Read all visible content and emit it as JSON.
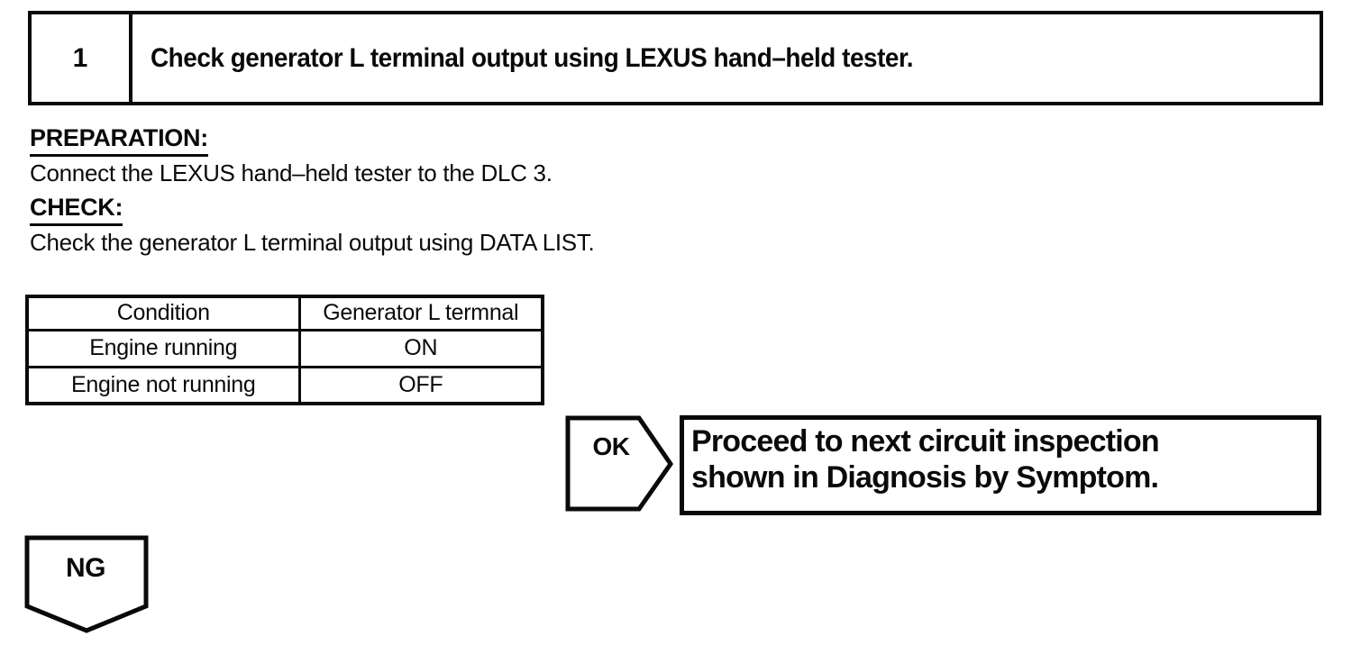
{
  "colors": {
    "ink": "#0a0a0a",
    "paper": "#ffffff"
  },
  "step": {
    "number": "1",
    "title": "Check generator L terminal output using LEXUS hand–held tester."
  },
  "preparation": {
    "heading": "PREPARATION:",
    "body": "Connect the LEXUS hand–held tester to the DLC 3."
  },
  "check": {
    "heading": "CHECK:",
    "body": "Check the generator L terminal output using DATA LIST."
  },
  "table": {
    "headers": [
      "Condition",
      "Generator L termnal"
    ],
    "rows": [
      [
        "Engine running",
        "ON"
      ],
      [
        "Engine not running",
        "OFF"
      ]
    ]
  },
  "ok_branch": {
    "label": "OK",
    "action": [
      "Proceed to next circuit inspection",
      "shown in Diagnosis by Symptom."
    ]
  },
  "ng_branch": {
    "label": "NG"
  }
}
